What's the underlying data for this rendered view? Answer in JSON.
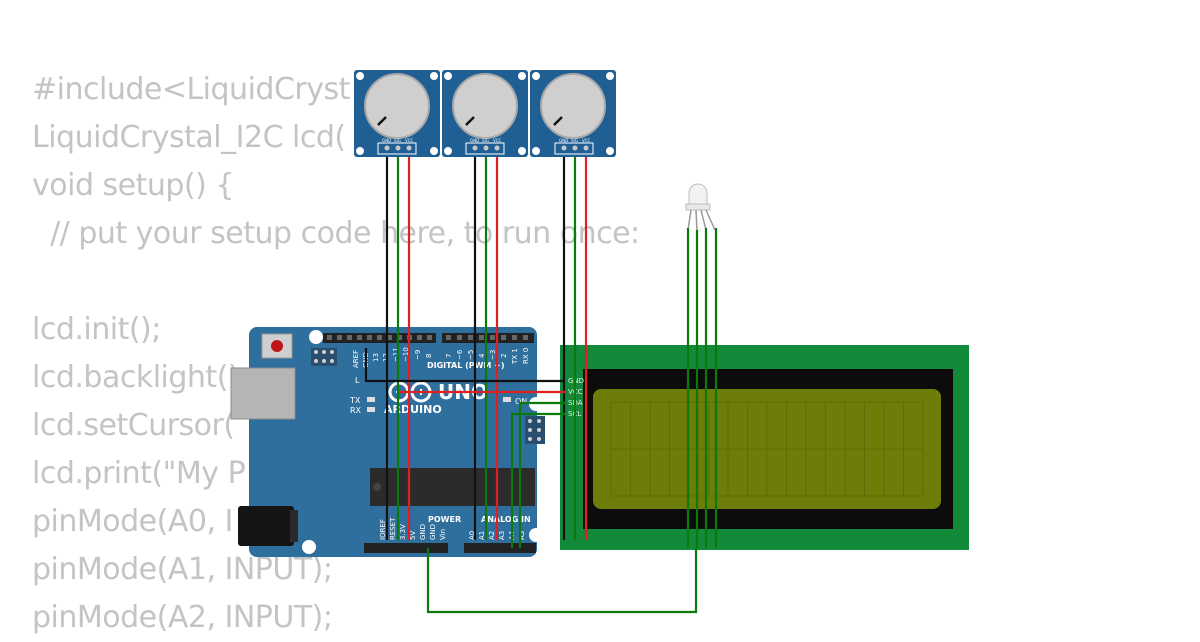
{
  "code_lines": [
    "#include<LiquidCryst",
    "LiquidCrystal_I2C lcd(",
    "void setup() {",
    "  // put your setup code here, to run once:",
    "",
    "lcd.init();",
    "lcd.backlight()",
    "lcd.setCursor(",
    "lcd.print(\"My P",
    "pinMode(A0, I",
    "pinMode(A1, INPUT);",
    "pinMode(A2, INPUT);"
  ],
  "potentiometers": [
    {
      "pins": [
        "GND",
        "SIG",
        "VCC"
      ]
    },
    {
      "pins": [
        "GND",
        "SIG",
        "VCC"
      ]
    },
    {
      "pins": [
        "GND",
        "SIG",
        "VCC"
      ]
    }
  ],
  "arduino": {
    "logo_text": "ARDUINO",
    "model": "UNO",
    "digital_label": "DIGITAL (PWM ~)",
    "digital_pins": [
      "AREF",
      "GND",
      "13",
      "12",
      "~11",
      "~10",
      "~9",
      "8",
      "7",
      "~6",
      "~5",
      "4",
      "~3",
      "2",
      "TX 1",
      "RX 0"
    ],
    "l_label": "L",
    "tx_label": "TX",
    "rx_label": "RX",
    "on_label": "ON",
    "power_label": "POWER",
    "analog_label": "ANALOG IN",
    "power_pins": [
      "IOREF",
      "RESET",
      "3.3V",
      "5V",
      "GND",
      "GND",
      "Vin"
    ],
    "analog_pins": [
      "A0",
      "A1",
      "A2",
      "A3",
      "A4",
      "A5"
    ]
  },
  "lcd": {
    "pins": [
      "GND",
      "VCC",
      "SDA",
      "SCL"
    ]
  },
  "colors": {
    "wire_black": "#111111",
    "wire_red": "#e02020",
    "wire_green": "#0a7a0a",
    "board_blue": "#2f6f9e",
    "pot_blue": "#1f5f94",
    "lcd_pcb": "#128a3a",
    "lcd_screen": "#6d7d08"
  }
}
